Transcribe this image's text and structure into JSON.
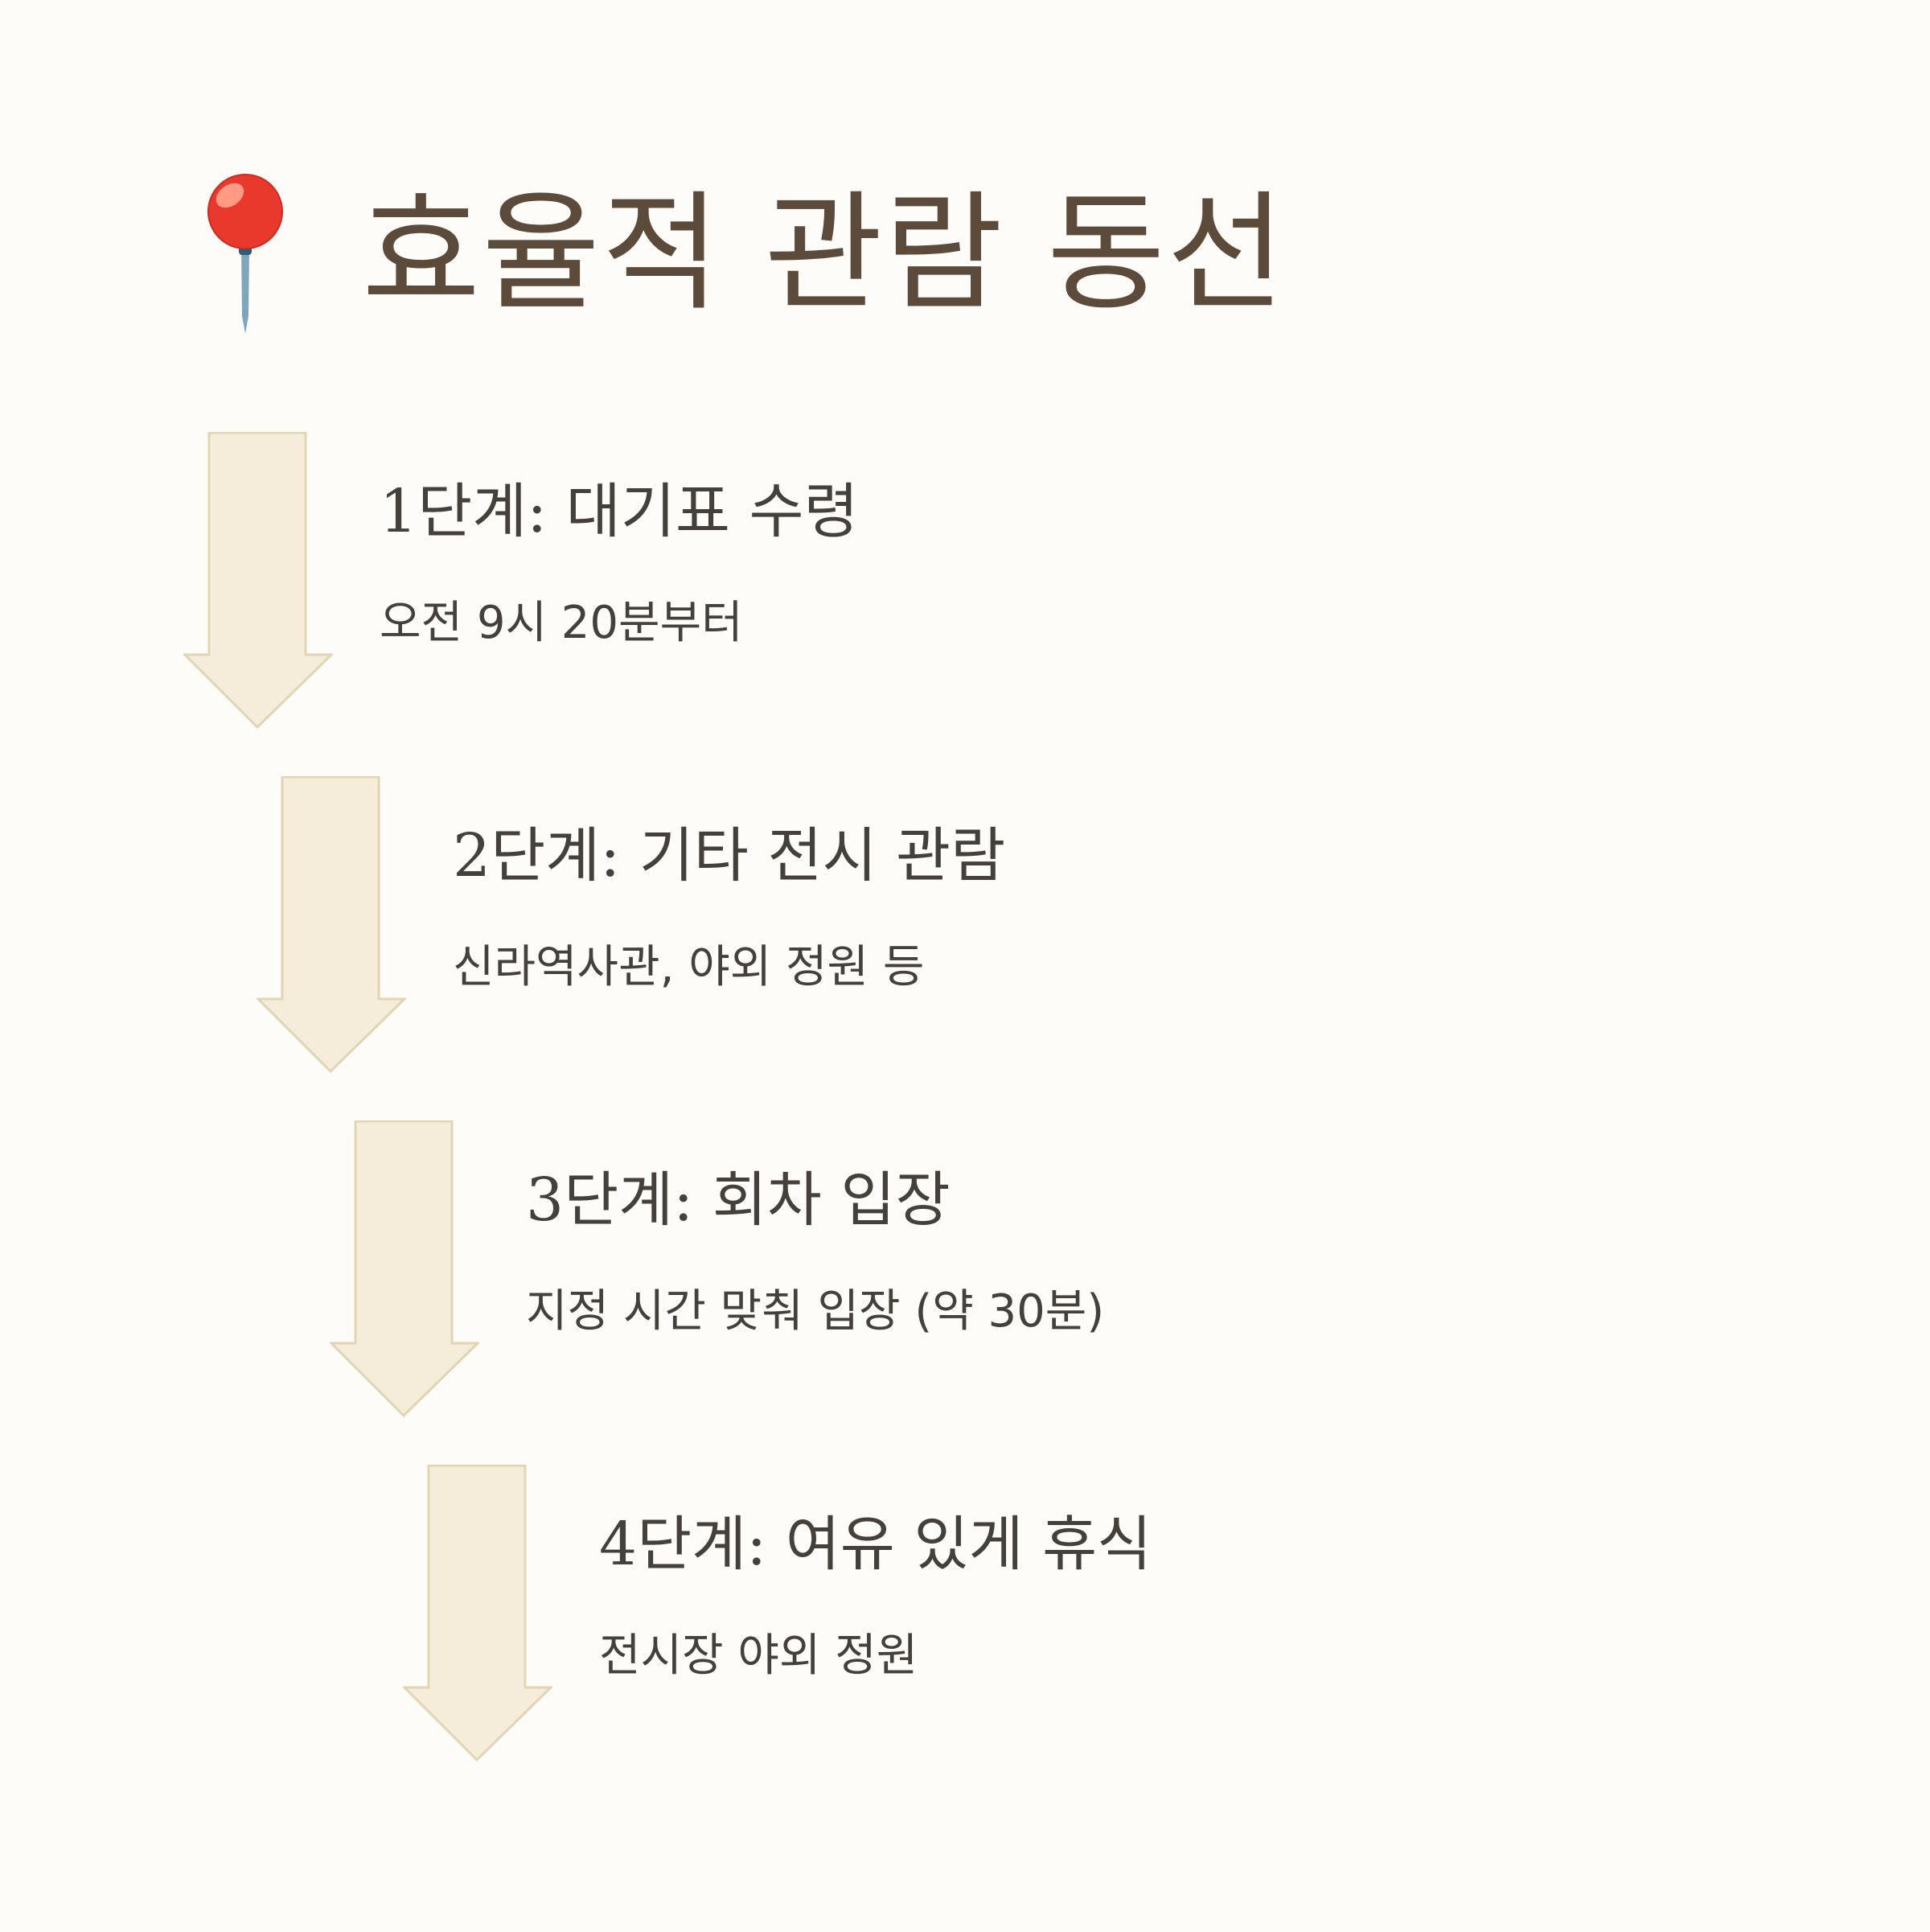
{
  "title": {
    "icon": "pushpin-icon",
    "text": "효율적 관람 동선"
  },
  "steps": [
    {
      "title": "1단계: 대기표 수령",
      "desc": "오전 9시 20분부터"
    },
    {
      "title": "2단계: 기타 전시 관람",
      "desc": "신라역사관, 야외 정원 등"
    },
    {
      "title": "3단계: 회차 입장",
      "desc": "지정 시간 맞춰 입장 (약 30분)"
    },
    {
      "title": "4단계: 여유 있게 휴식",
      "desc": "전시장 야외 정원"
    }
  ],
  "colors": {
    "background": "#fdfcf9",
    "arrow_fill": "#f5ecda",
    "arrow_stroke": "#e2d5b4",
    "title_text": "#5c4a3a",
    "body_text": "#454039",
    "pin_head": "#e8392c",
    "pin_needle": "#7ea7bd"
  }
}
